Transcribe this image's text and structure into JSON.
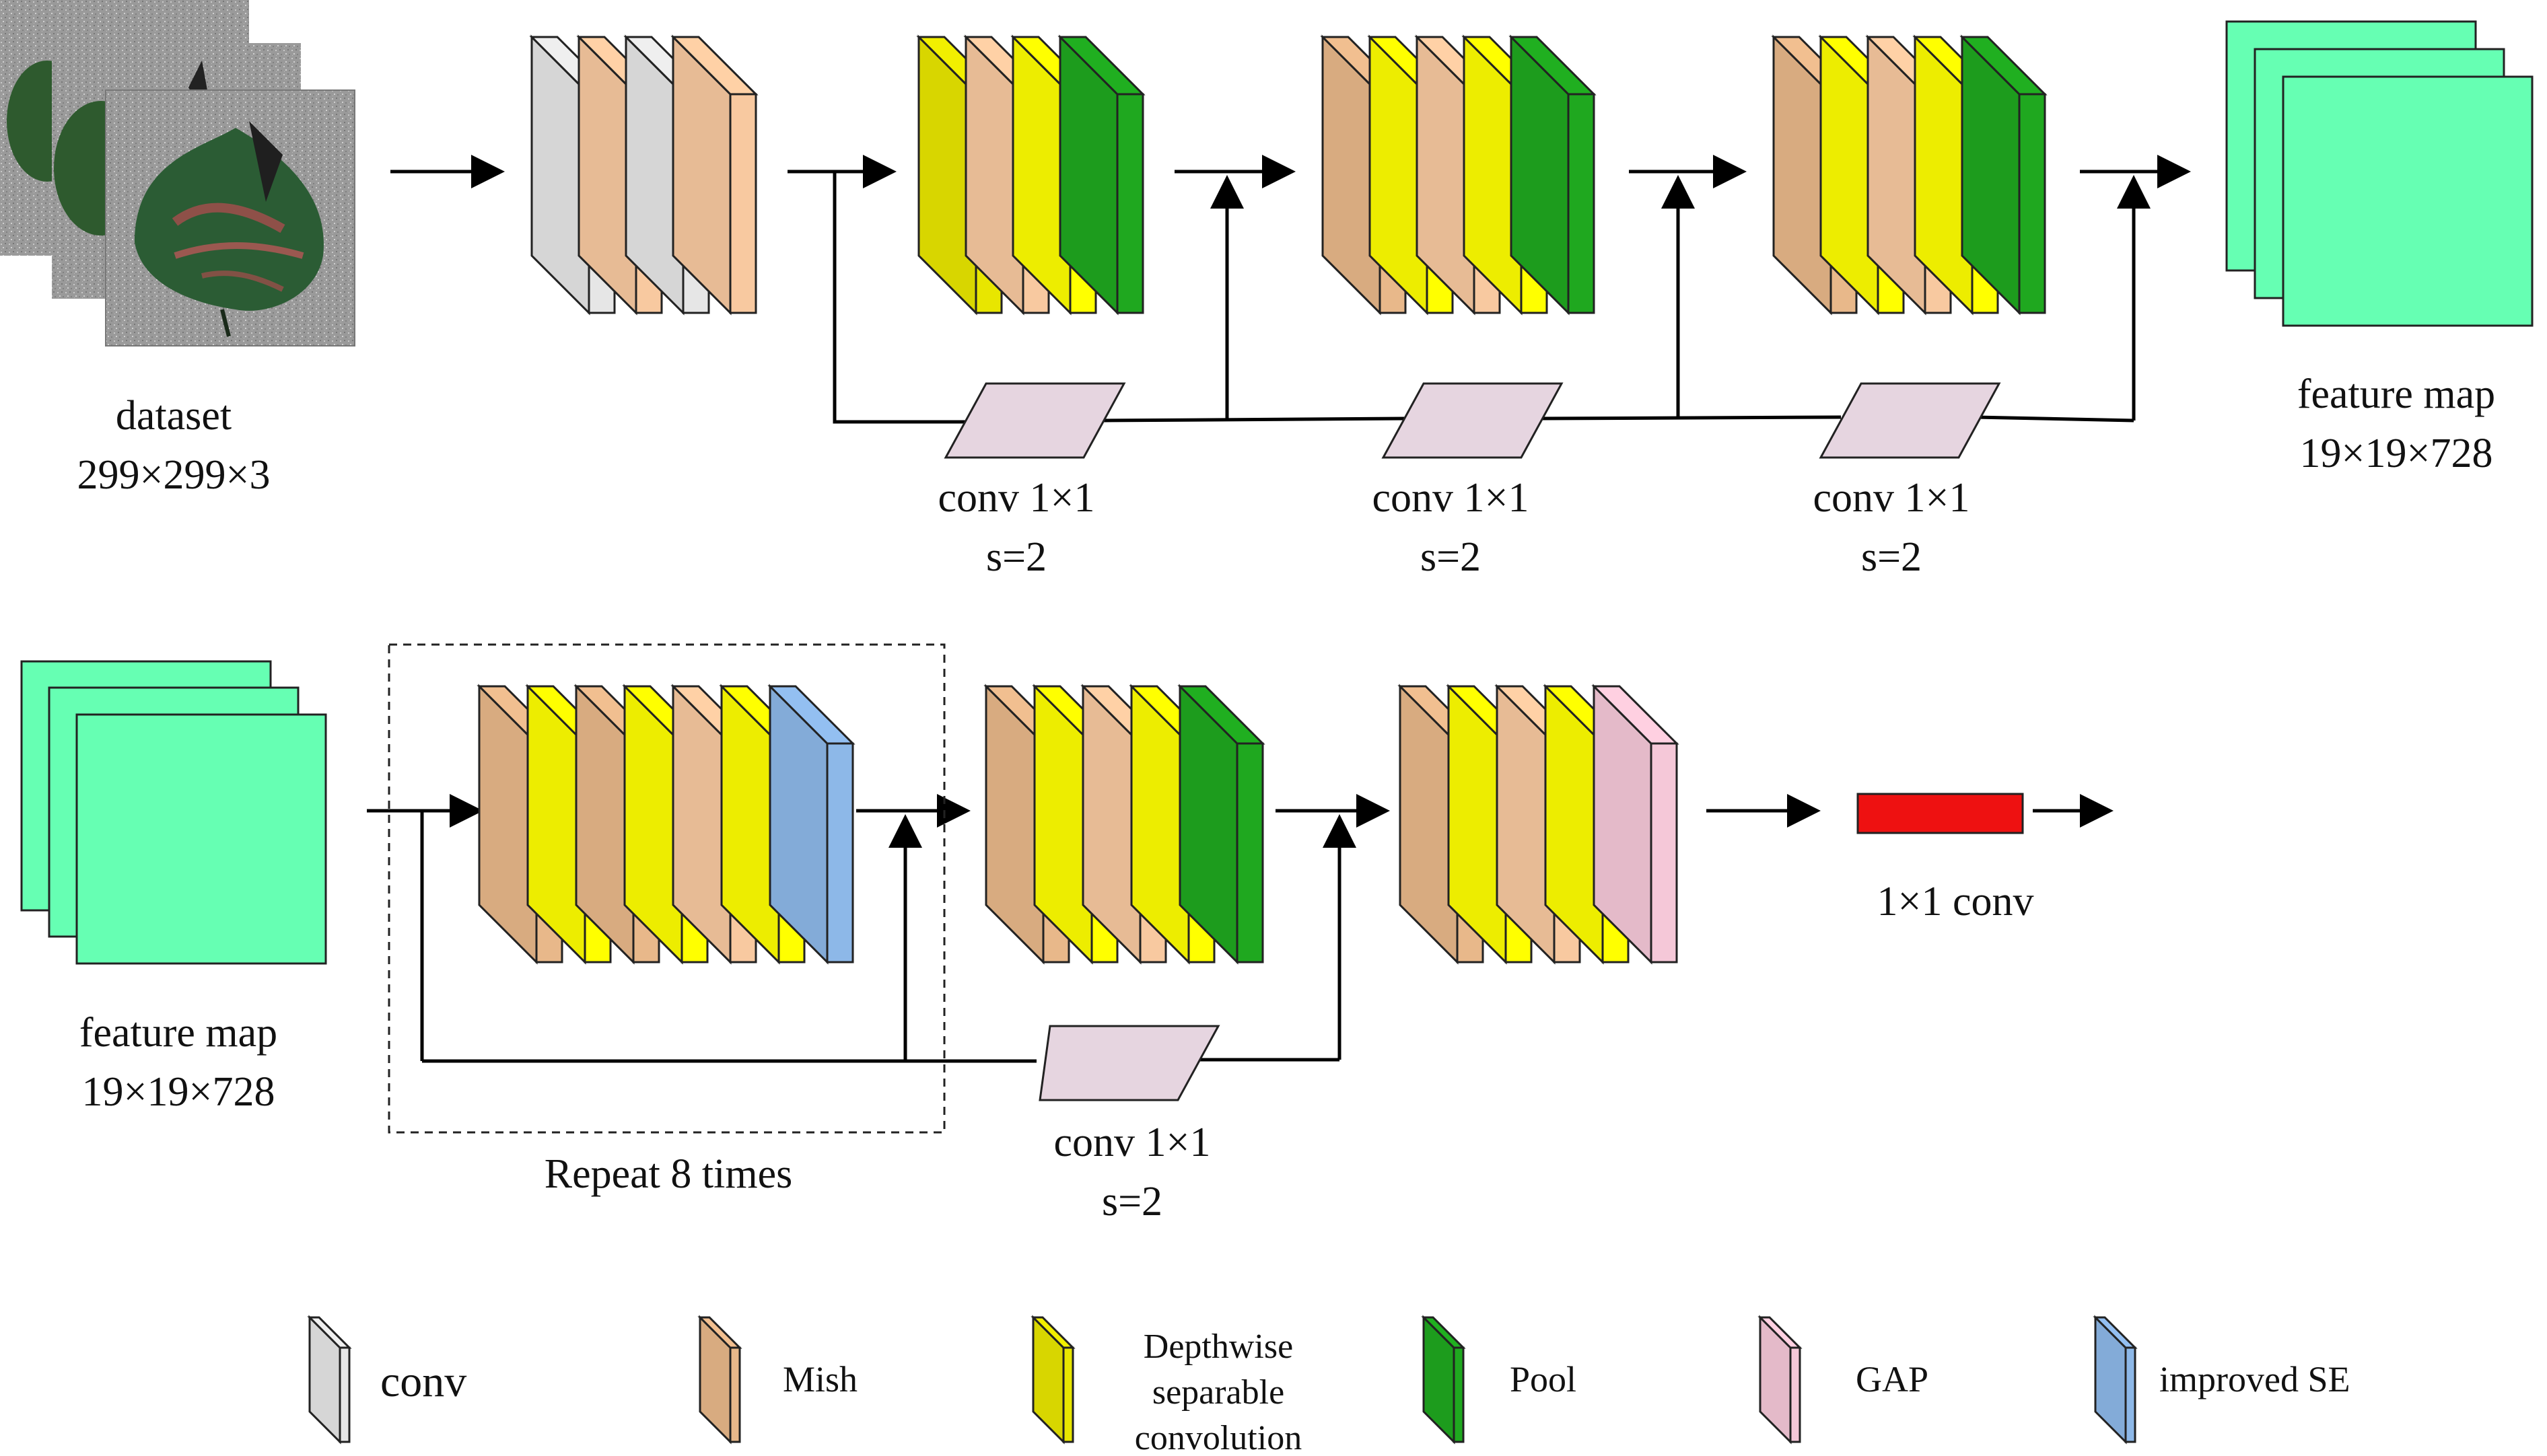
{
  "labels": {
    "dataset": "dataset",
    "dataset_dims": "299×299×3",
    "feature_map_top": "feature map",
    "feature_map_top_dims": "19×19×728",
    "feature_map_bottom": "feature map",
    "feature_map_bottom_dims": "19×19×728",
    "conv_label": "conv 1×1",
    "stride_label": "s=2",
    "repeat": "Repeat 8 times",
    "final_conv": "1×1 conv"
  },
  "legend": {
    "conv": "conv",
    "mish": "Mish",
    "dw_line1": "Depthwise",
    "dw_line2": "separable",
    "dw_line3": "convolution",
    "pool": "Pool",
    "gap": "GAP",
    "se": "improved SE"
  },
  "colors": {
    "conv": "#e6e6e6",
    "mish": "#e8b88a",
    "mish_light": "#f8c9a0",
    "depthwise": "#e8e600",
    "depthwise_bright": "#ffff00",
    "pool": "#1fa81f",
    "gap": "#f5c8d8",
    "improved_se": "#8db8e8",
    "feature_map": "#66ffb3",
    "conv_shortcut": "#e6d5e0",
    "final_conv": "#ee1111"
  }
}
